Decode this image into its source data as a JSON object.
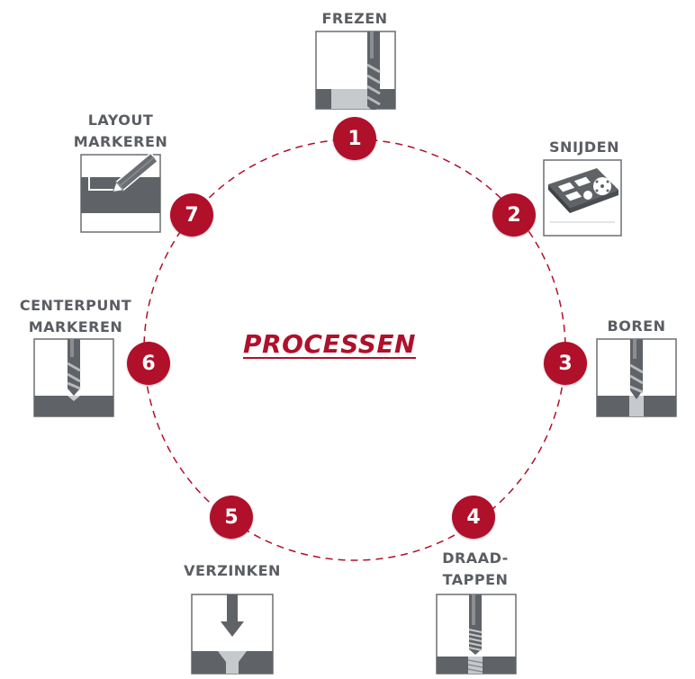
{
  "title": "PROCESSEN",
  "colors": {
    "accent": "#b0102a",
    "steel": "#5f6266",
    "light_steel": "#c7cacd",
    "frame": "#6b6e72"
  },
  "steps": [
    {
      "number": "1",
      "label_lines": [
        "FREZEN"
      ],
      "icon": "milling-icon"
    },
    {
      "number": "2",
      "label_lines": [
        "SNIJDEN"
      ],
      "icon": "cutting-plate-icon"
    },
    {
      "number": "3",
      "label_lines": [
        "BOREN"
      ],
      "icon": "drilling-icon"
    },
    {
      "number": "4",
      "label_lines": [
        "DRAAD-",
        "TAPPEN"
      ],
      "icon": "tapping-icon"
    },
    {
      "number": "5",
      "label_lines": [
        "VERZINKEN"
      ],
      "icon": "countersink-icon"
    },
    {
      "number": "6",
      "label_lines": [
        "CENTERPUNT",
        "MARKEREN"
      ],
      "icon": "center-punch-icon"
    },
    {
      "number": "7",
      "label_lines": [
        "LAYOUT",
        "MARKEREN"
      ],
      "icon": "layout-marking-icon"
    }
  ]
}
